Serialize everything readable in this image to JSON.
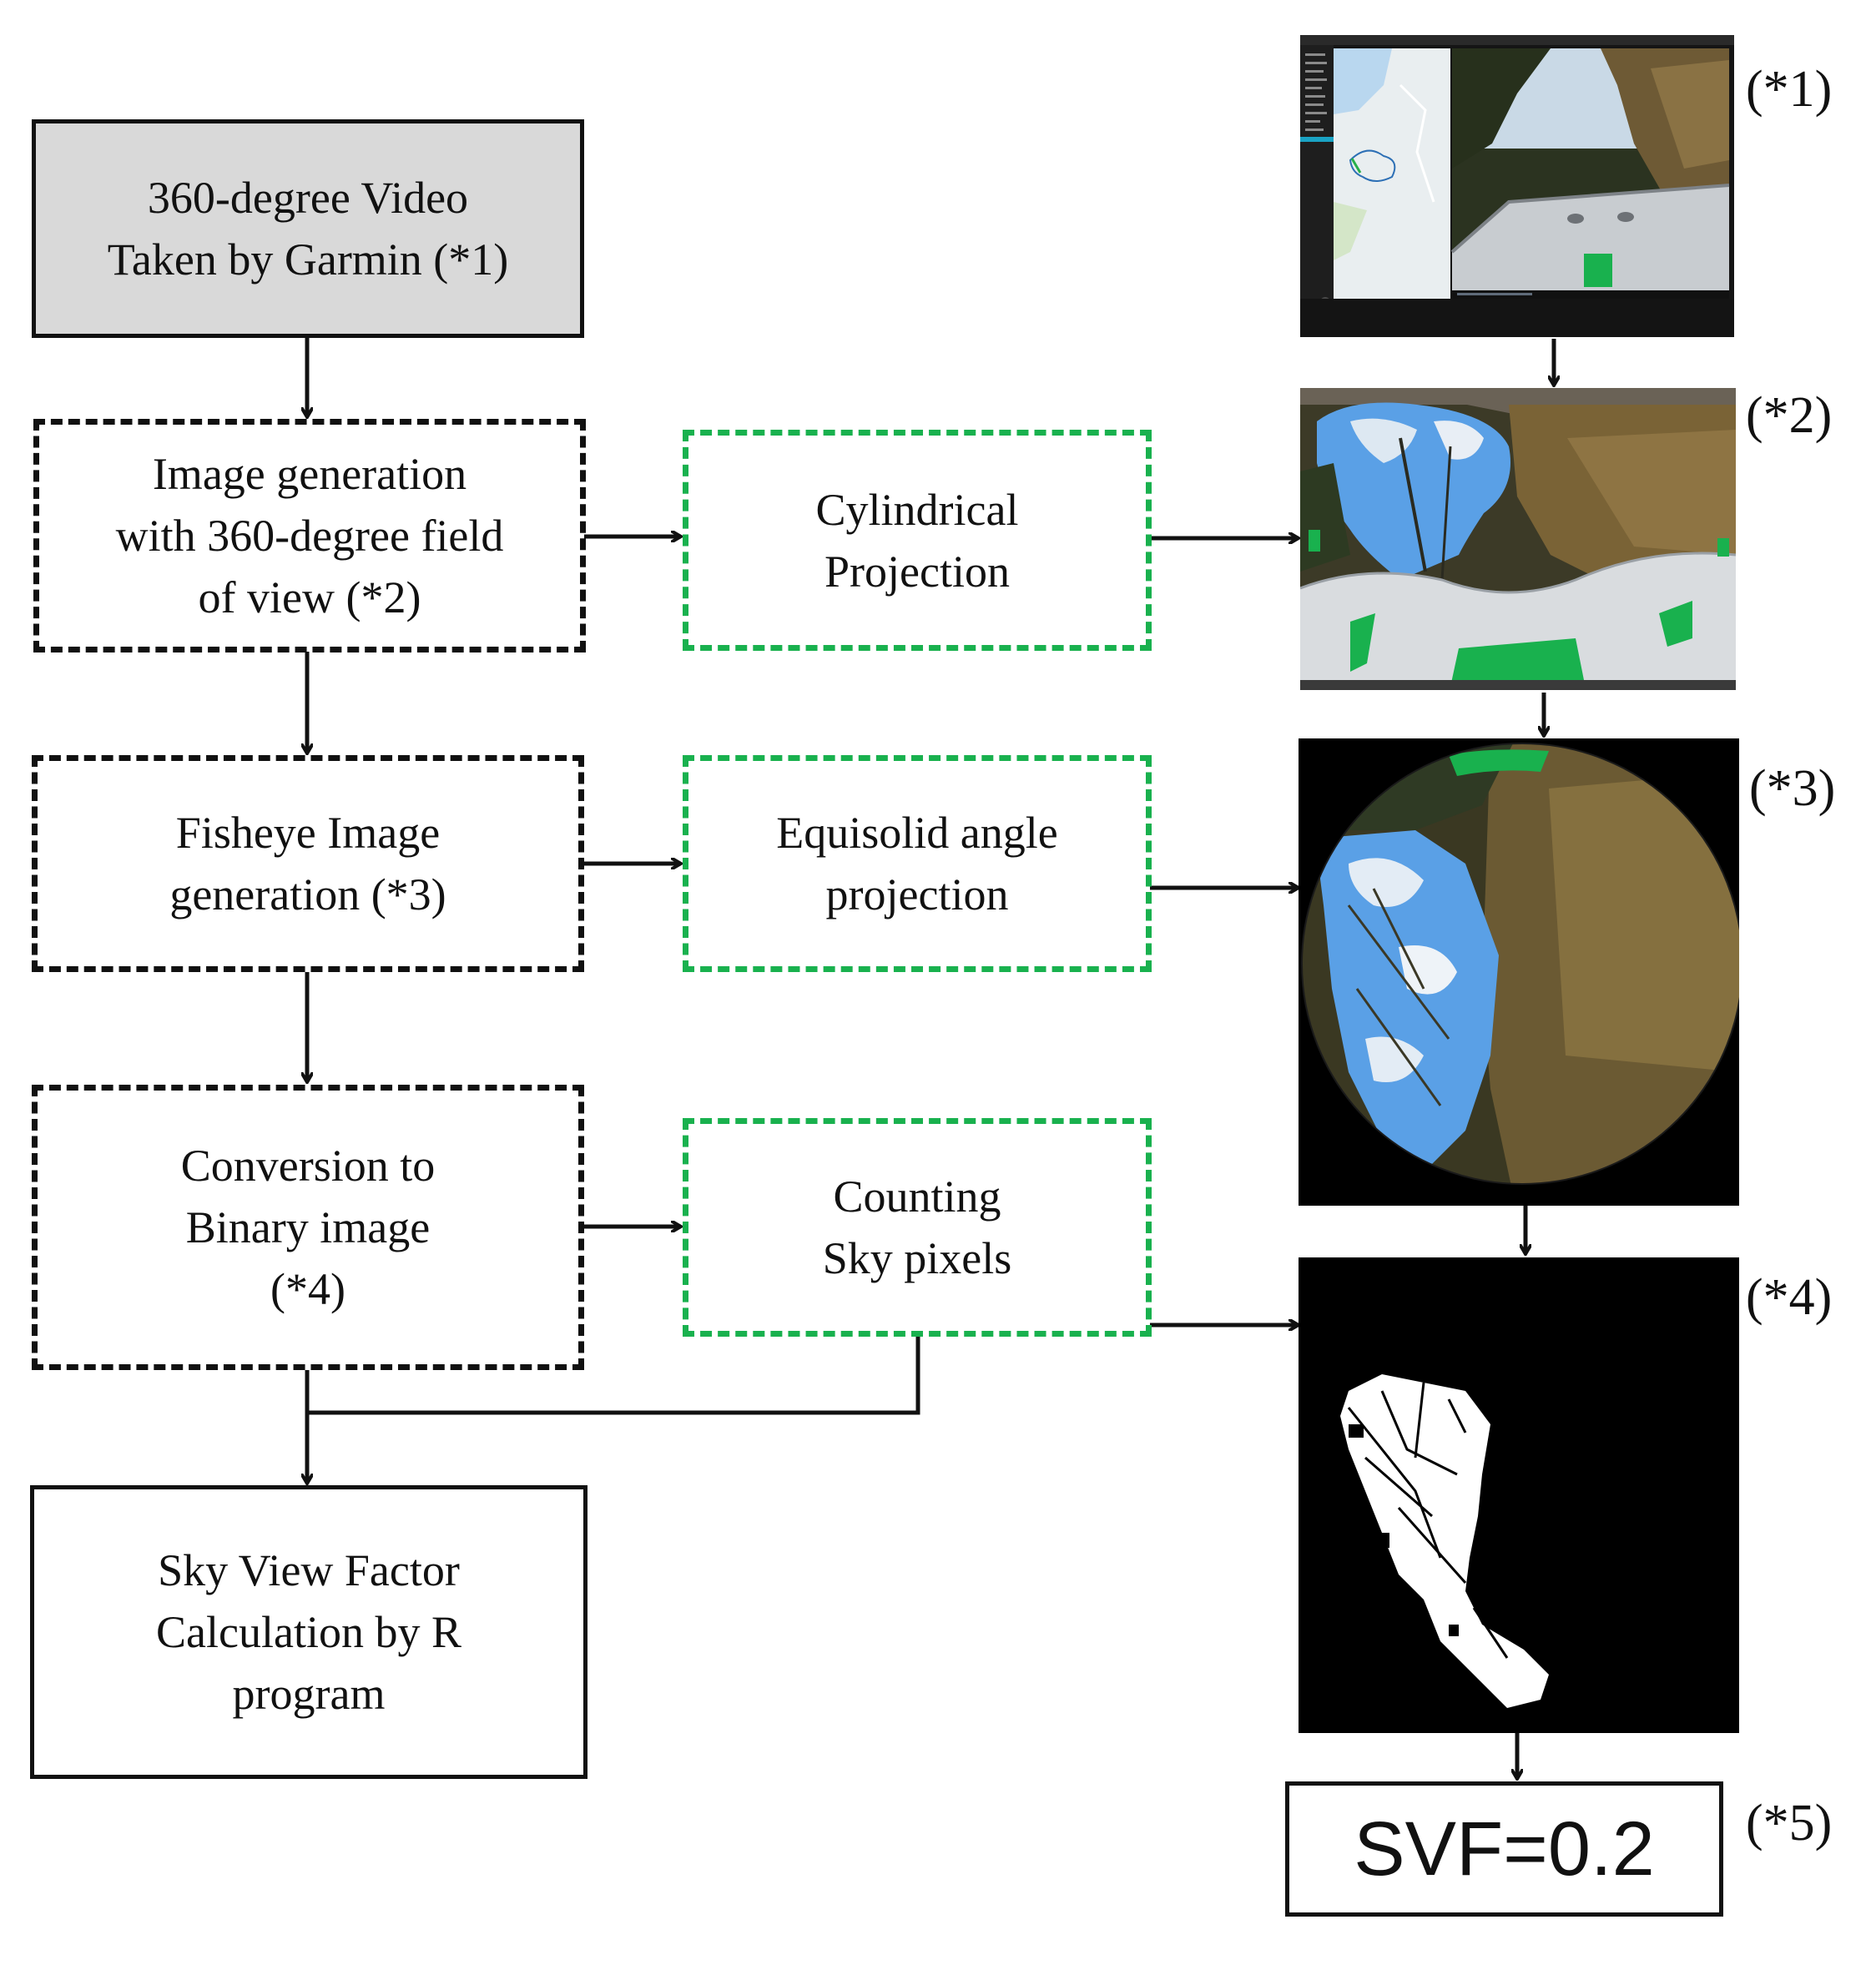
{
  "flow": {
    "video": "360-degree Video\nTaken by Garmin (*1)",
    "image_gen": "Image generation\nwith 360-degree field\nof view (*2)",
    "fisheye": "Fisheye Image\ngeneration (*3)",
    "binary": "Conversion to\nBinary image\n(*4)",
    "svf_calc": "Sky View Factor\nCalculation by R\nprogram"
  },
  "methods": {
    "cylindrical": "Cylindrical\nProjection",
    "equisolid": "Equisolid angle\nprojection",
    "counting": "Counting\nSky pixels"
  },
  "refs": {
    "r1": "(*1)",
    "r2": "(*2)",
    "r3": "(*3)",
    "r4": "(*4)",
    "r5": "(*5)"
  },
  "result": "SVF=0.2",
  "colors": {
    "dash_green": "#19b14e",
    "dash_black": "#111111",
    "grey_fill": "#d9d9d9",
    "sky_blue": "#5aa0e6",
    "foliage": "#5a4a2e"
  }
}
